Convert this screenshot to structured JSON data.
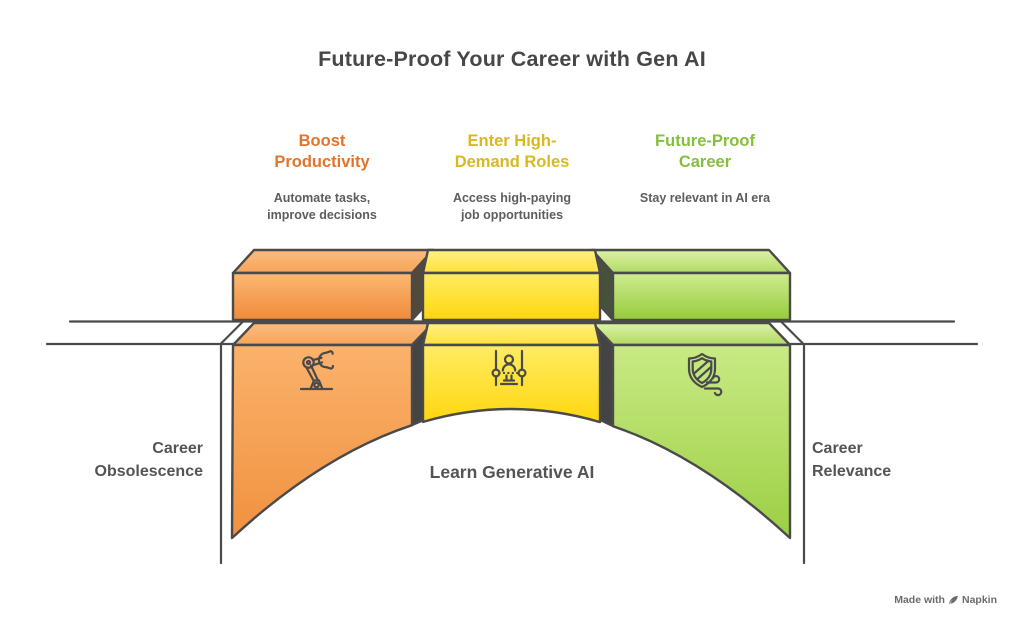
{
  "title": "Future-Proof Your Career with Gen AI",
  "columns": [
    {
      "heading": "Boost\nProductivity",
      "description": "Automate tasks,\nimprove decisions",
      "accent_color": "#e1752c",
      "block_color_top": "#fcb873",
      "block_color_bottom": "#ef8b3b",
      "icon": "robot-arm-icon"
    },
    {
      "heading": "Enter High-\nDemand Roles",
      "description": "Access high-paying\njob opportunities",
      "accent_color": "#d9b91f",
      "block_color_top": "#ffec63",
      "block_color_bottom": "#ffd60e",
      "icon": "talent-balance-icon"
    },
    {
      "heading": "Future-Proof\nCareer",
      "description": "Stay relevant in AI era",
      "accent_color": "#85c03c",
      "block_color_top": "#cfec90",
      "block_color_bottom": "#96cb3c",
      "icon": "shield-wind-icon"
    }
  ],
  "bridge": {
    "left_label": "Career\nObsolescence",
    "right_label": "Career\nRelevance",
    "center_label": "Learn Generative AI",
    "outline_color": "#4a4a4a",
    "background_color": "#ffffff"
  },
  "footer": {
    "made_with": "Made with",
    "brand": "Napkin",
    "icon": "pen-icon"
  }
}
